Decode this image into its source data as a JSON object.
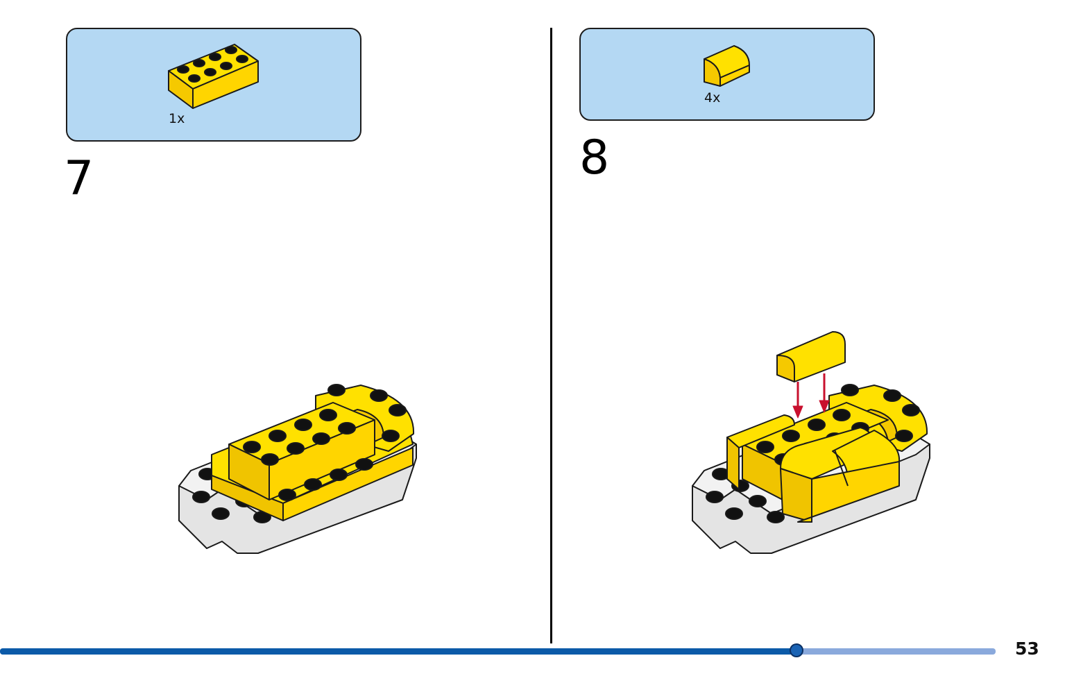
{
  "steps": [
    {
      "number": "7",
      "parts": [
        {
          "quantity": "1x",
          "part": "yellow-2x4-brick"
        }
      ]
    },
    {
      "number": "8",
      "parts": [
        {
          "quantity": "4x",
          "part": "yellow-curved-slope"
        }
      ]
    }
  ],
  "colors": {
    "parts_box": "#b4d8f3",
    "brick_yellow": "#ffe100",
    "brick_white": "#f2f2f2",
    "stud_black": "#111111",
    "arrow_red": "#c8102e",
    "progress_fill": "#0b5aa8",
    "progress_track": "#8aa9dc"
  },
  "progress": {
    "percent": 80
  },
  "page": {
    "number": "53"
  }
}
